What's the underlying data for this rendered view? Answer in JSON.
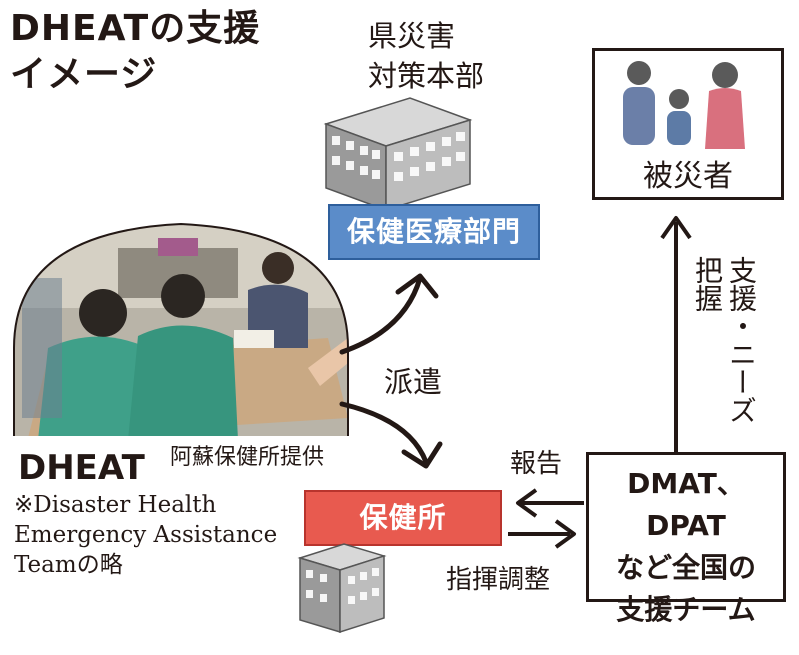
{
  "title": "DHEATの支援\nイメージ",
  "prefecture_hq": "県災害\n対策本部",
  "health_medical_dept": "保健医療部門",
  "dispatch": "派遣",
  "victims": "被災者",
  "support_needs": "支援・ニーズ把握",
  "report": "報告",
  "command_coordination": "指揮調整",
  "health_center": "保健所",
  "teams": "DMAT、DPAT\nなど全国の\n支援チーム",
  "photo_credit": "阿蘇保健所提供",
  "dheat_heading": "DHEAT",
  "dheat_note": "※Disaster Health\nEmergency Assistance\nTeamの略",
  "colors": {
    "dept_blue": "#5b8cc9",
    "health_center_red": "#e85a4f",
    "text": "#231815"
  },
  "icons": [
    "building-icon",
    "family-icon",
    "photo-illustration"
  ]
}
